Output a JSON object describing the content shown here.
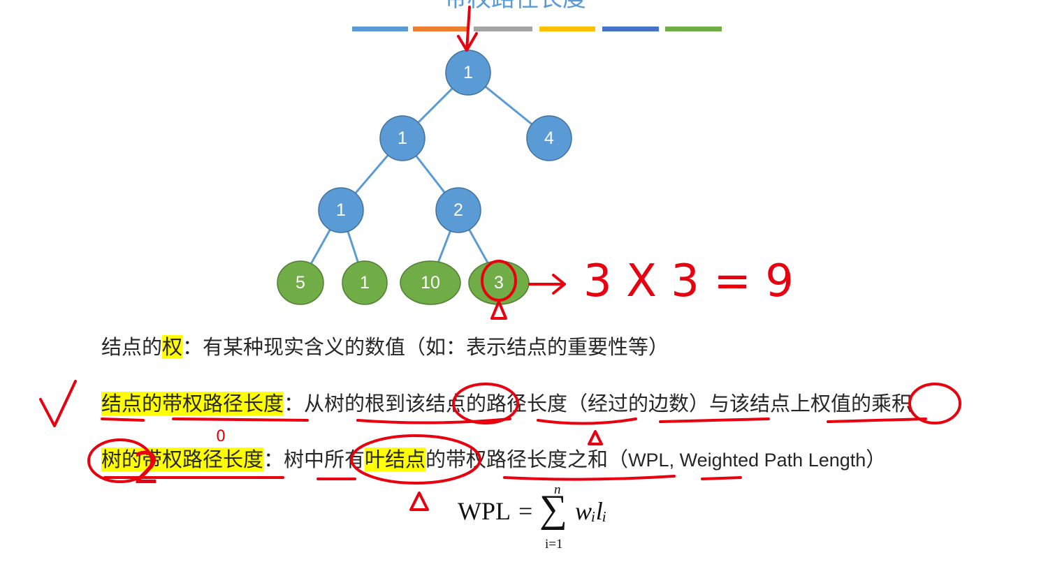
{
  "slide": {
    "title": "带权路径长度",
    "accent_colors": [
      "#5b9bd5",
      "#ed7d31",
      "#a5a5a5",
      "#ffc000",
      "#4472c4",
      "#70ad47"
    ]
  },
  "tree": {
    "internal_color": "#5b9bd5",
    "leaf_color": "#70ad47",
    "edge_color": "#5b9bd5",
    "nodes": {
      "root": "1",
      "l1_left": "1",
      "l1_right": "4",
      "l2_left": "1",
      "l2_right": "2",
      "leaf_1": "5",
      "leaf_2": "1",
      "leaf_3": "10",
      "leaf_4": "3"
    }
  },
  "definitions": {
    "weight": {
      "term": "权",
      "before": "结点的",
      "rest": "：有某种现实含义的数值（如：表示结点的重要性等）"
    },
    "node_wpl": {
      "term": "结点的带权路径长度",
      "rest": "：从树的根到该结点的路径长度（经过的边数）与该结点上权值的乘积"
    },
    "tree_wpl": {
      "term": "树的带权路径长度",
      "mid1": "：树中所有",
      "term2": "叶结点",
      "mid2": "的带权路径长度之和（",
      "english": "WPL, Weighted Path Length",
      "end": "）"
    }
  },
  "formula": {
    "lhs": "WPL",
    "eq": "=",
    "sigma": "∑",
    "upper": "n",
    "lower": "i=1",
    "term": "wᵢlᵢ"
  },
  "annotations": {
    "ink_color": "#e8000f",
    "calc": "3 X 3 = 9",
    "check": "✓",
    "number_zero": "0",
    "number_two": "2"
  }
}
